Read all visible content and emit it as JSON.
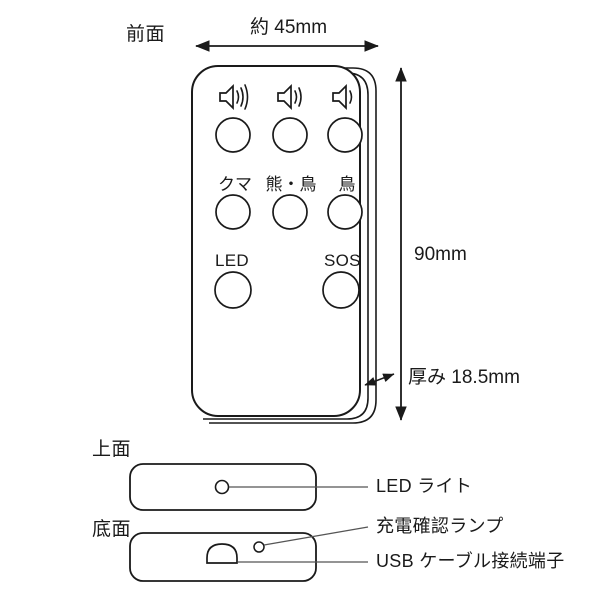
{
  "figure": {
    "title_front_view": "前面",
    "title_top_view": "上面",
    "title_bottom_view": "底面"
  },
  "dimensions": {
    "width_label": "約 45mm",
    "height_label": "90mm",
    "height_number": "90",
    "height_unit": "mm",
    "thickness_label": "厚み 18.5mm",
    "thickness_prefix": "厚み",
    "thickness_number": "18.5",
    "thickness_unit": "mm"
  },
  "buttons": {
    "row1": [
      {
        "id": "volume-high",
        "icon": "speaker-loud-icon",
        "waves": 3,
        "label": ""
      },
      {
        "id": "volume-mid",
        "icon": "speaker-medium-icon",
        "waves": 2,
        "label": ""
      },
      {
        "id": "volume-low",
        "icon": "speaker-quiet-icon",
        "waves": 1,
        "label": ""
      }
    ],
    "row2": [
      {
        "id": "bear",
        "label": "クマ"
      },
      {
        "id": "bear-bird",
        "label": "熊・鳥"
      },
      {
        "id": "bird",
        "label": "鳥"
      }
    ],
    "row3": [
      {
        "id": "led",
        "label": "LED"
      },
      {
        "id": "sos",
        "label": "SOS"
      }
    ]
  },
  "callouts": [
    {
      "id": "led-light",
      "text": "LED ライト"
    },
    {
      "id": "charge-lamp",
      "text": "充電確認ランプ"
    },
    {
      "id": "usb-port",
      "text": "USB ケーブル接続端子"
    }
  ],
  "colors": {
    "outline": "#1a1a1a",
    "callout_line": "#555555",
    "background": "#ffffff",
    "text": "#1a1a1a"
  }
}
